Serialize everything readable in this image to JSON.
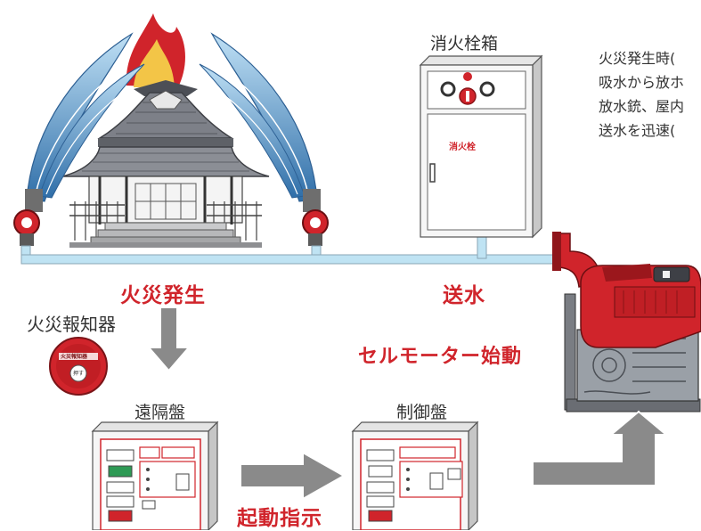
{
  "labels": {
    "hydrant_box": "消火栓箱",
    "hydrant_door": "消火栓",
    "fire_outbreak": "火災発生",
    "water_supply": "送水",
    "fire_detector": "火災報知器",
    "detector_plate": "火災報知器",
    "detector_button": "押す",
    "remote_panel": "遠隔盤",
    "control_panel": "制御盤",
    "start_instruction": "起動指示",
    "cell_motor_start": "セルモーター始動"
  },
  "description_lines": [
    "火災発生時(",
    "吸水から放ホ",
    "放水銃、屋内",
    "送水を迅速("
  ],
  "colors": {
    "accent_red": "#d0242b",
    "pipe_blue": "#bfe3f3",
    "arrow_gray": "#8a8a8a",
    "water_blue": "#6aa7d3",
    "roof_gray": "#7d8088",
    "flame_yellow": "#f3c547"
  }
}
